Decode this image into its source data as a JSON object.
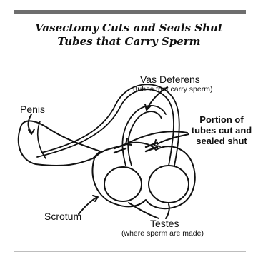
{
  "figure": {
    "title_line1": "Vasectomy Cuts and Seals Shut",
    "title_line2": "Tubes that Carry Sperm"
  },
  "labels": {
    "vas_deferens": "Vas Deferens",
    "vas_deferens_note": "(tubes that carry sperm)",
    "penis": "Penis",
    "portion_line1": "Portion of",
    "portion_line2": "tubes cut and",
    "portion_line3": "sealed shut",
    "scrotum": "Scrotum",
    "testes": "Testes",
    "testes_note": "(where sperm are made)"
  }
}
